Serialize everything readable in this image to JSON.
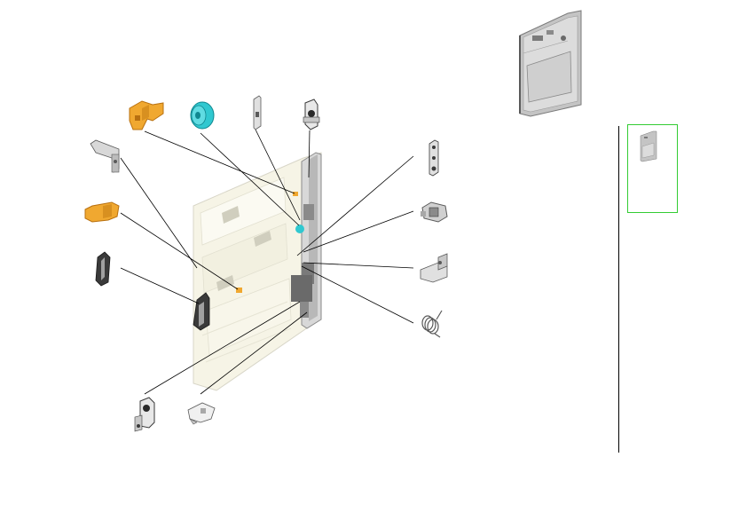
{
  "colors": {
    "background": "#ffffff",
    "leader_line": "#000000",
    "frame_body": "#f6f4e6",
    "frame_shadow": "#c8c8b8",
    "metal_light": "#e0e0e0",
    "metal_mid": "#a8a8a8",
    "metal_dark": "#5a5a5a",
    "part_orange": "#f0a830",
    "part_orange_dark": "#b87010",
    "part_cyan": "#30c8d0",
    "part_cyan_dark": "#108890",
    "thumbnail_border": "#33cc33"
  },
  "diagram": {
    "assembly": "main-frame-assembly",
    "parts": [
      "orange-latch-block",
      "cyan-roller",
      "thin-link-bracket",
      "lever-bracket",
      "l-bracket",
      "orange-actuator",
      "black-lever",
      "slotted-link-plate",
      "connector-block",
      "angle-bracket",
      "torsion-spring",
      "hook-bracket",
      "small-clip"
    ],
    "preview_panel": "assembled-cover-view",
    "thumbnail": "page-thumbnail"
  }
}
